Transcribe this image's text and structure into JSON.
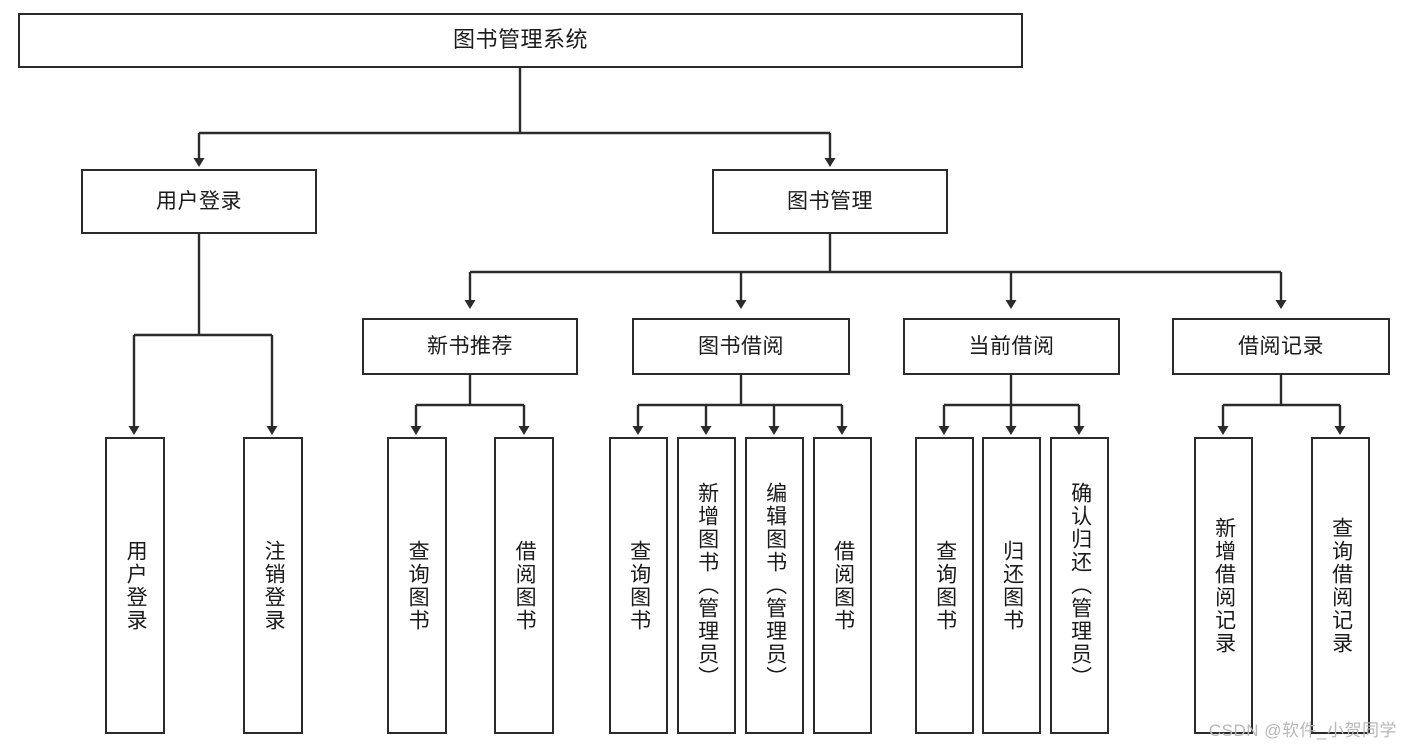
{
  "diagram": {
    "title": "图书管理系统",
    "type": "tree-hierarchy",
    "watermark": "CSDN @软件_小贺同学",
    "colors": {
      "box_border": "#2b2b2b",
      "box_fill": "#ffffff",
      "edge": "#2b2b2b",
      "text": "#1a1a1a",
      "watermark": "#b8b8b8",
      "background": "#ffffff"
    }
  },
  "nodes": {
    "root": {
      "label": "图书管理系统",
      "level": 1,
      "orientation": "horizontal"
    },
    "l2": [
      {
        "id": "user-login",
        "label": "用户登录",
        "orientation": "horizontal"
      },
      {
        "id": "book-manage",
        "label": "图书管理",
        "orientation": "horizontal"
      }
    ],
    "l3": [
      {
        "id": "new-book-recommend",
        "label": "新书推荐",
        "orientation": "horizontal"
      },
      {
        "id": "book-borrow",
        "label": "图书借阅",
        "orientation": "horizontal"
      },
      {
        "id": "current-borrow",
        "label": "当前借阅",
        "orientation": "horizontal"
      },
      {
        "id": "borrow-record",
        "label": "借阅记录",
        "orientation": "horizontal"
      }
    ],
    "leaves": [
      {
        "id": "leaf-user-login",
        "parent": "user-login",
        "label": "用户登录",
        "orientation": "vertical"
      },
      {
        "id": "leaf-logout",
        "parent": "user-login",
        "label": "注销登录",
        "orientation": "vertical"
      },
      {
        "id": "leaf-query-book-1",
        "parent": "new-book-recommend",
        "label": "查询图书",
        "orientation": "vertical"
      },
      {
        "id": "leaf-borrow-book-1",
        "parent": "new-book-recommend",
        "label": "借阅图书",
        "orientation": "vertical"
      },
      {
        "id": "leaf-query-book-2",
        "parent": "book-borrow",
        "label": "查询图书",
        "orientation": "vertical"
      },
      {
        "id": "leaf-add-book",
        "parent": "book-borrow",
        "label": "新增图书（管理员）",
        "orientation": "vertical"
      },
      {
        "id": "leaf-edit-book",
        "parent": "book-borrow",
        "label": "编辑图书（管理员）",
        "orientation": "vertical"
      },
      {
        "id": "leaf-borrow-book-2",
        "parent": "book-borrow",
        "label": "借阅图书",
        "orientation": "vertical"
      },
      {
        "id": "leaf-query-book-3",
        "parent": "current-borrow",
        "label": "查询图书",
        "orientation": "vertical"
      },
      {
        "id": "leaf-return-book",
        "parent": "current-borrow",
        "label": "归还图书",
        "orientation": "vertical"
      },
      {
        "id": "leaf-confirm-return",
        "parent": "current-borrow",
        "label": "确认归还（管理员）",
        "orientation": "vertical"
      },
      {
        "id": "leaf-add-record",
        "parent": "borrow-record",
        "label": "新增借阅记录",
        "orientation": "vertical"
      },
      {
        "id": "leaf-query-record",
        "parent": "borrow-record",
        "label": "查询借阅记录",
        "orientation": "vertical"
      }
    ]
  }
}
